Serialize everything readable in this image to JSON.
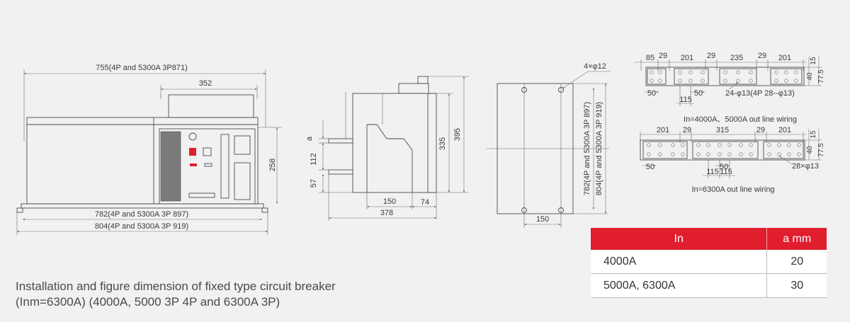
{
  "front_view": {
    "overall_width": "755(4P and 5300A 3P871)",
    "top_width": "352",
    "height": "258",
    "width_782": "782(4P and 5300A 3P 897)",
    "width_804": "804(4P and 5300A 3P 919)"
  },
  "side_view": {
    "dim_a": "a",
    "dim_112": "112",
    "dim_57": "57",
    "dim_335": "335",
    "dim_395": "395",
    "dim_150": "150",
    "dim_74": "74",
    "dim_378": "378"
  },
  "rear_view": {
    "holes": "4×φ12",
    "dim_782": "782(4P and 5300A 3P 897)",
    "dim_804": "804(4P and 5300A 3P 919)",
    "dim_150": "150"
  },
  "wiring_upper": {
    "top_dims": [
      "85",
      "29",
      "201",
      "29",
      "235",
      "29",
      "201"
    ],
    "right_dims": [
      "15",
      "40",
      "77.5"
    ],
    "bottom_50a": "50",
    "bottom_50b": "50",
    "bottom_115": "115",
    "holes": "24-φ13(4P 28--φ13)",
    "caption": "In=4000A、5000A out line wiring"
  },
  "wiring_lower": {
    "top_dims": [
      "201",
      "29",
      "315",
      "29",
      "201"
    ],
    "right_dims": [
      "15",
      "40",
      "77.5"
    ],
    "bottom_50a": "50",
    "bottom_50b": "50",
    "bottom_115a": "115",
    "bottom_115b": "115",
    "holes": "28×φ13",
    "caption": "In=6300A out line wiring"
  },
  "table": {
    "headers": [
      "In",
      "a mm"
    ],
    "rows": [
      [
        "4000A",
        "20"
      ],
      [
        "5000A, 6300A",
        "30"
      ]
    ]
  },
  "caption": {
    "line1": "Installation and figure dimension of fixed type circuit breaker",
    "line2": "(Inm=6300A) (4000A, 5000 3P 4P and 6300A 3P)"
  },
  "colors": {
    "accent_red": "#e01e2e",
    "line": "#4a4a4a"
  }
}
